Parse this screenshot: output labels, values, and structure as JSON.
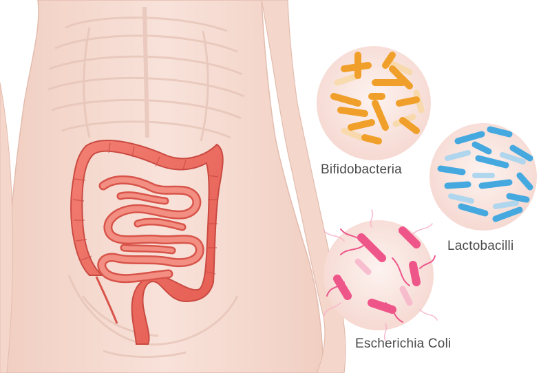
{
  "microbes": [
    {
      "name": "Bifidobacteria",
      "color": "#f0a02a"
    },
    {
      "name": "Lactobacilli",
      "color": "#45a9e0"
    },
    {
      "name": "Escherichia Coli",
      "color": "#ee5589"
    }
  ],
  "colors": {
    "skin": "#f7ddd3",
    "skin_outline": "#e8c3b5",
    "intestine": "#ef6e62",
    "intestine_dark": "#d8544a",
    "circle_bg": "#fbeae6"
  }
}
